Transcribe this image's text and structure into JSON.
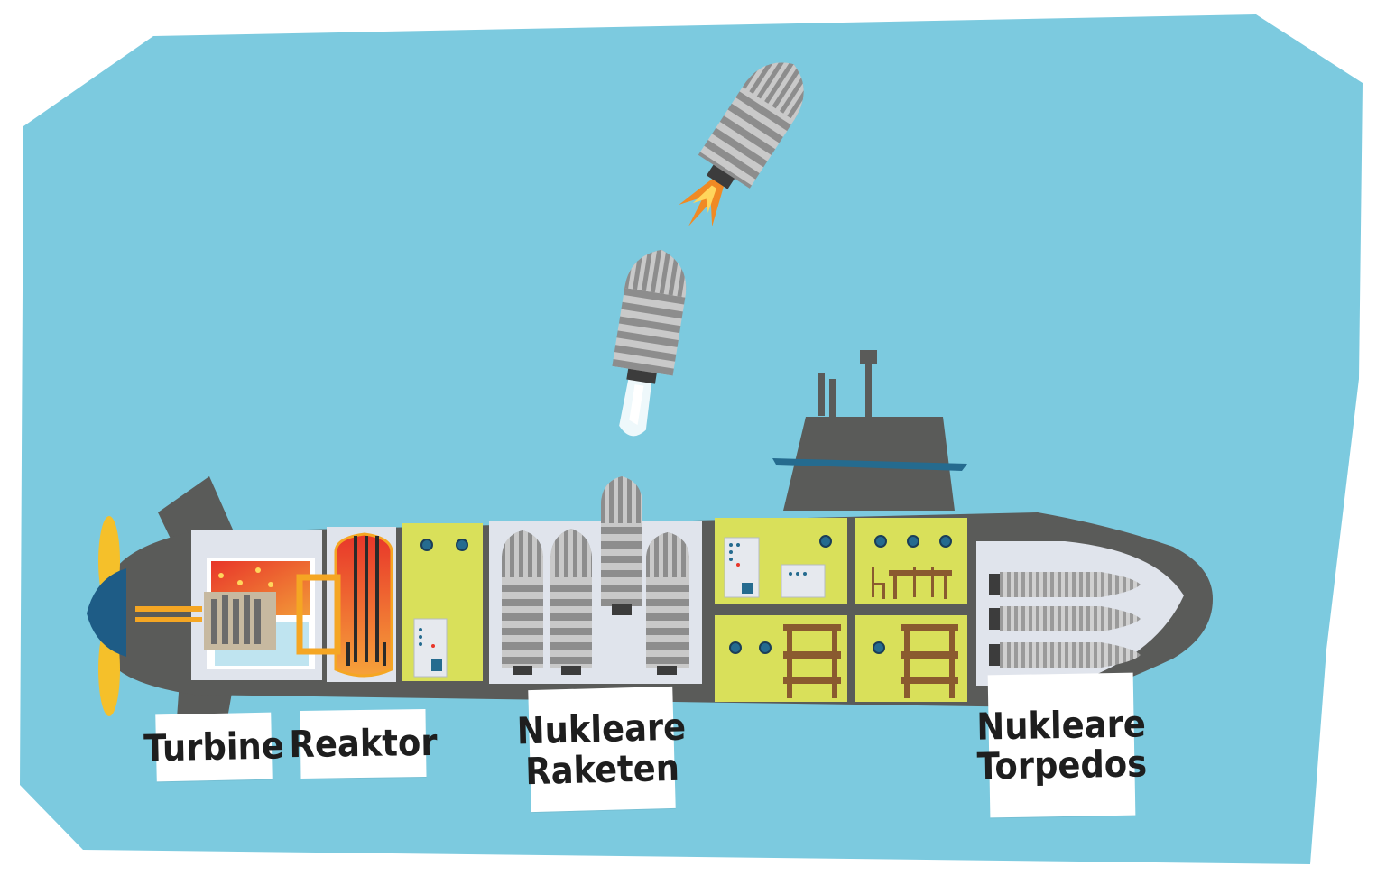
{
  "colors": {
    "sea": "#7ccadf",
    "hull": "#5a5b59",
    "hull_interior": "#e0e4ec",
    "cabin": "#d9e05a",
    "propeller": "#f5c02a",
    "deck_stripe": "#256b8f",
    "missile_body": "#8c8c8c",
    "flame": "#f08a24",
    "reactor_hot": "#e8362a",
    "furniture": "#8a5a2f"
  },
  "labels": {
    "turbine": "Turbine",
    "reaktor": "Reaktor",
    "raketen_line1": "Nukleare",
    "raketen_line2": "Raketen",
    "torpedos_line1": "Nukleare",
    "torpedos_line2": "Torpedos"
  }
}
